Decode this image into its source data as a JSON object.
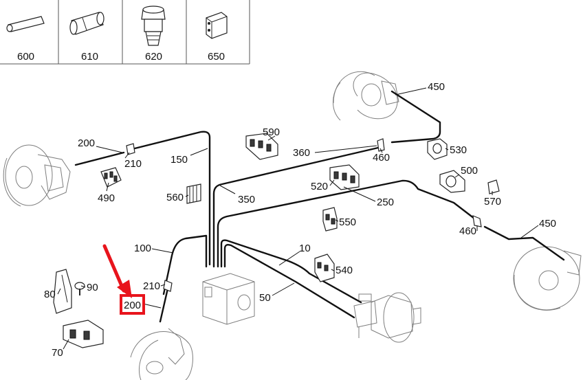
{
  "thumbnails": [
    {
      "id": "600",
      "label": "600",
      "icon": "tube-insert-icon"
    },
    {
      "id": "610",
      "label": "610",
      "icon": "hex-fitting-icon"
    },
    {
      "id": "620",
      "label": "620",
      "icon": "bleed-screw-icon"
    },
    {
      "id": "650",
      "label": "650",
      "icon": "bracket-block-icon"
    }
  ],
  "callouts": {
    "c450a": "450",
    "c590": "590",
    "c200a": "200",
    "c210a": "210",
    "c150": "150",
    "c360": "360",
    "c460a": "460",
    "c530": "530",
    "c490": "490",
    "c500": "500",
    "c350": "350",
    "c520": "520",
    "c560": "560",
    "c570": "570",
    "c250": "250",
    "c550": "550",
    "c450b": "450",
    "c460b": "460",
    "c100": "100",
    "c10": "10",
    "c540": "540",
    "c90": "90",
    "c80": "80",
    "c210b": "210",
    "c50": "50",
    "c200b": "200",
    "c70": "70"
  },
  "highlight": {
    "target": "200",
    "color": "#e8141c"
  },
  "colors": {
    "line": "#111111",
    "faint": "#7d7d7d",
    "background": "#ffffff"
  }
}
